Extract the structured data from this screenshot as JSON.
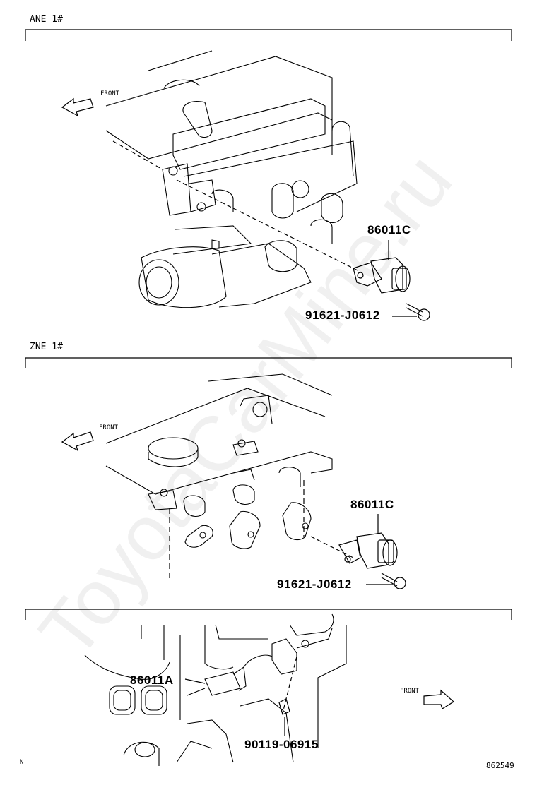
{
  "sections": [
    {
      "title": "ANE 1#",
      "front_label": "FRONT",
      "parts": [
        {
          "code": "86011C"
        },
        {
          "code": "91621-J0612"
        }
      ]
    },
    {
      "title": "ZNE 1#",
      "front_label": "FRONT",
      "parts": [
        {
          "code": "86011C"
        },
        {
          "code": "91621-J0612"
        }
      ]
    },
    {
      "title": "",
      "front_label": "FRONT",
      "parts": [
        {
          "code": "86011A"
        },
        {
          "code": "90119-06915"
        }
      ]
    }
  ],
  "corner_mark": "N",
  "diagram_id": "862549",
  "watermark": "ToyotaCarMine.ru"
}
